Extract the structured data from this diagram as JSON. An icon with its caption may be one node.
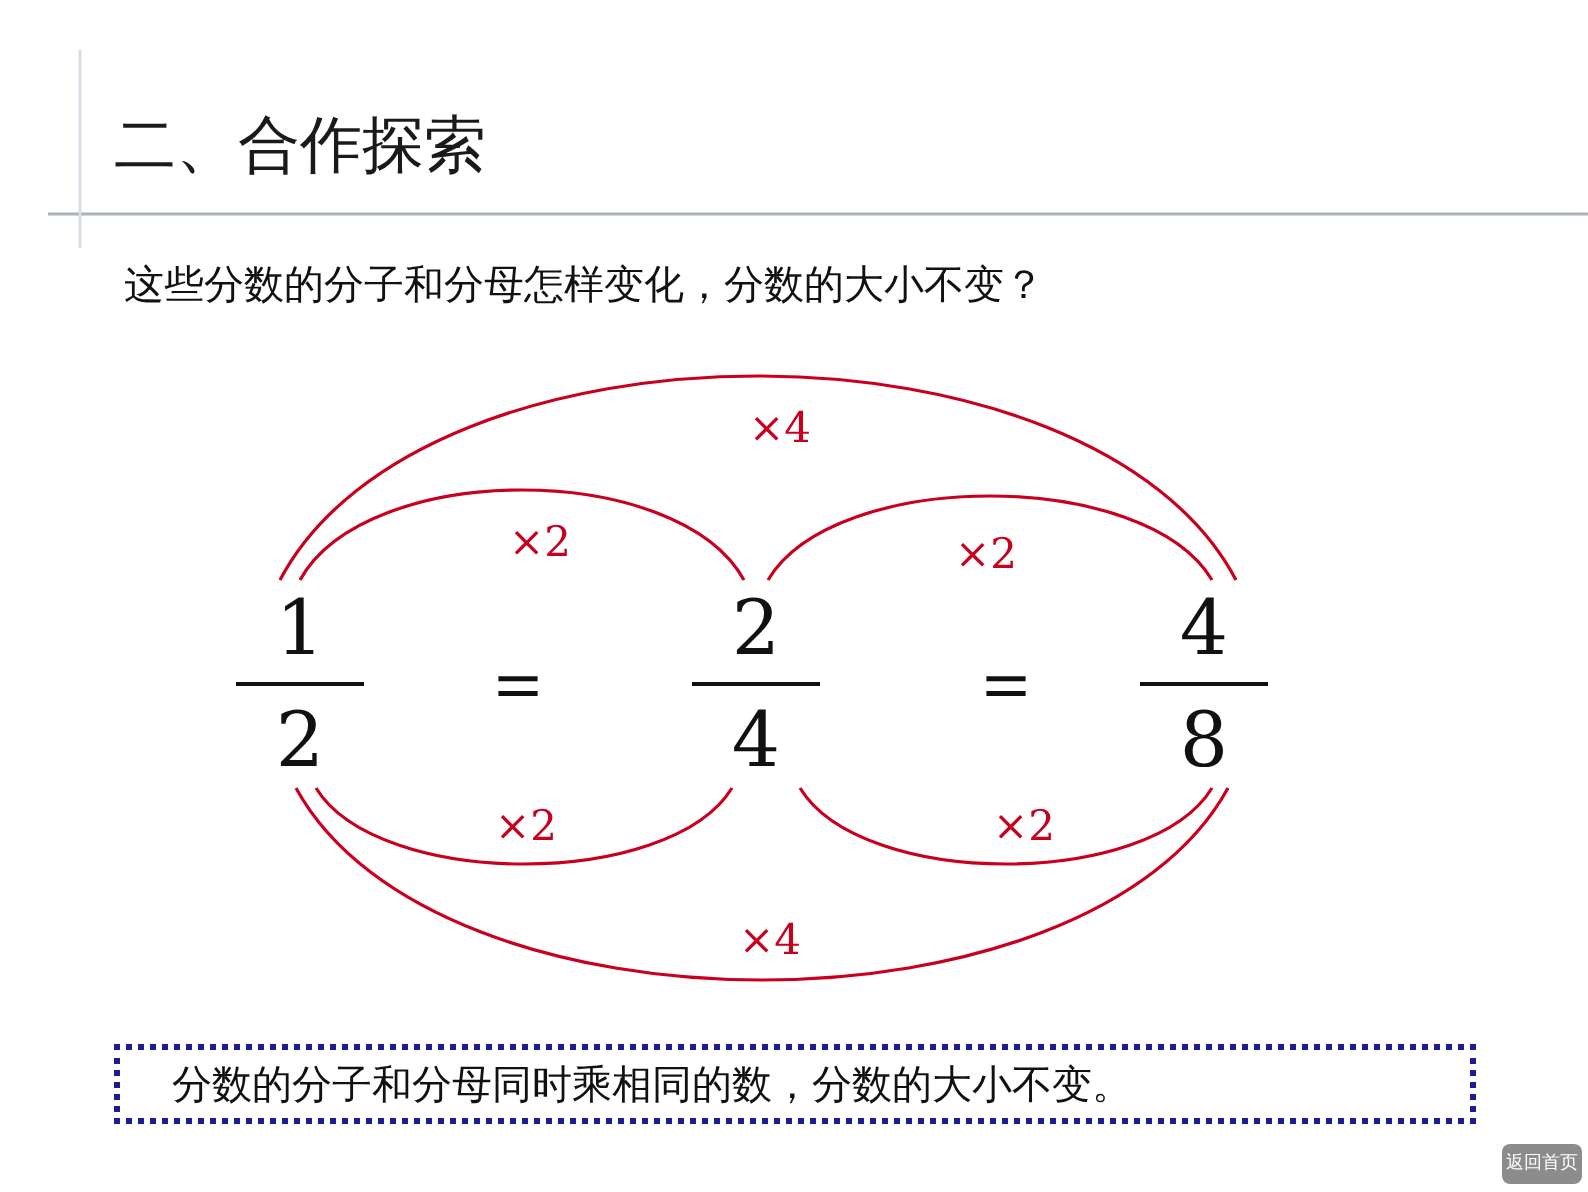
{
  "diagram": {
    "title": "二、合作探索",
    "nodes": [
      {
        "text": [
          "1",
          "2"
        ]
      },
      {
        "text": [
          "2",
          "4"
        ]
      },
      {
        "text": [
          "4",
          "8"
        ]
      },
      {
        "text": [
          "分数的分子和分母同时乘相同的数，分数的大小不变。"
        ]
      },
      {
        "text": [
          "返回首页"
        ]
      }
    ],
    "edges": [
      {
        "from": 0,
        "to": 2,
        "arrow": "none",
        "label": "×4"
      },
      {
        "from": 0,
        "to": 1,
        "arrow": "none",
        "label": "×2"
      },
      {
        "from": 1,
        "to": 2,
        "arrow": "none",
        "label": "×2"
      },
      {
        "from": 0,
        "to": 1,
        "arrow": "none",
        "label": "×2"
      },
      {
        "from": 1,
        "to": 2,
        "arrow": "none",
        "label": "×2"
      },
      {
        "from": 0,
        "to": 2,
        "arrow": "none",
        "label": "×4"
      }
    ],
    "labels": [
      "这些分数的分子和分母怎样变化，分数的大小不变？",
      "＝",
      "＝"
    ]
  }
}
